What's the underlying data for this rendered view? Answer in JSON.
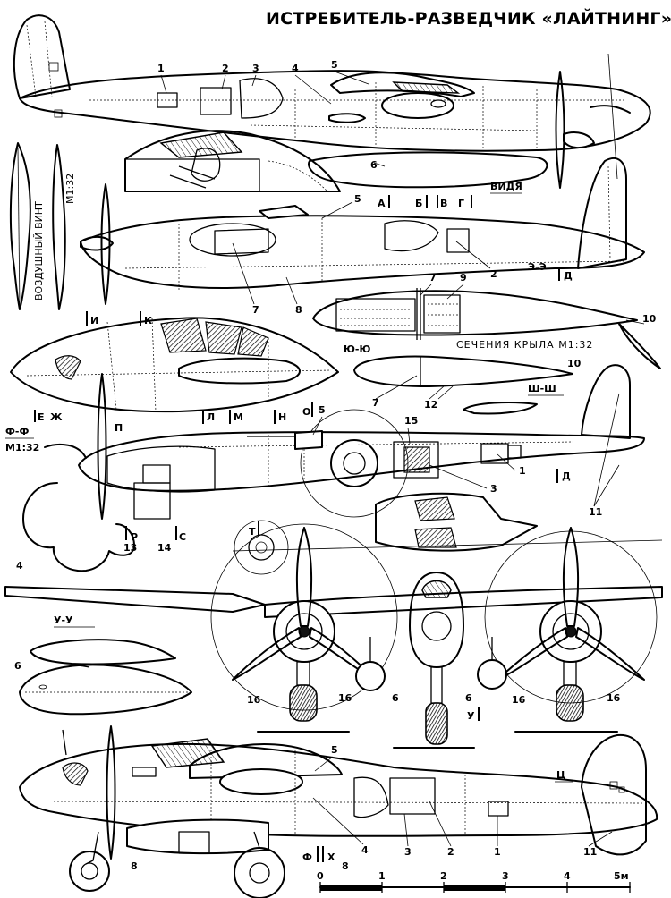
{
  "title": "ИСТРЕБИТЕЛЬ-РАЗВЕДЧИК «ЛАЙТНИНГ»",
  "view_label": "ВИДЯ",
  "propeller_label": "ВОЗДУШНЫЙ ВИНТ",
  "propeller_scale": "М1:32",
  "wing_sections_label": "СЕЧЕНИЯ КРЫЛА М1:32",
  "section_labels": {
    "ee": "Э-Э",
    "yuyu": "Ю-Ю",
    "shsh": "Ш-Ш",
    "ff": "Ф-Ф",
    "ff_scale": "М1:32",
    "uu": "У-У"
  },
  "cut_letters": {
    "a": "А",
    "b": "Б",
    "v": "В",
    "g": "Г",
    "d": "Д",
    "i": "И",
    "k": "К",
    "e": "Е",
    "zh": "Ж",
    "l": "Л",
    "m": "М",
    "n": "Н",
    "o": "О",
    "p": "П",
    "r": "Р",
    "s": "С",
    "t": "Т",
    "u": "У",
    "ts": "Ц",
    "f": "Ф",
    "kh": "Х",
    "d2": "Д"
  },
  "callouts": [
    "1",
    "2",
    "3",
    "4",
    "5",
    "6",
    "7",
    "8",
    "9",
    "10",
    "11",
    "12",
    "13",
    "14",
    "15",
    "16"
  ],
  "scale_bar": {
    "ticks": [
      "0",
      "1",
      "2",
      "3",
      "4",
      "5м"
    ]
  },
  "colors": {
    "ink": "#000000",
    "paper": "#ffffff"
  }
}
